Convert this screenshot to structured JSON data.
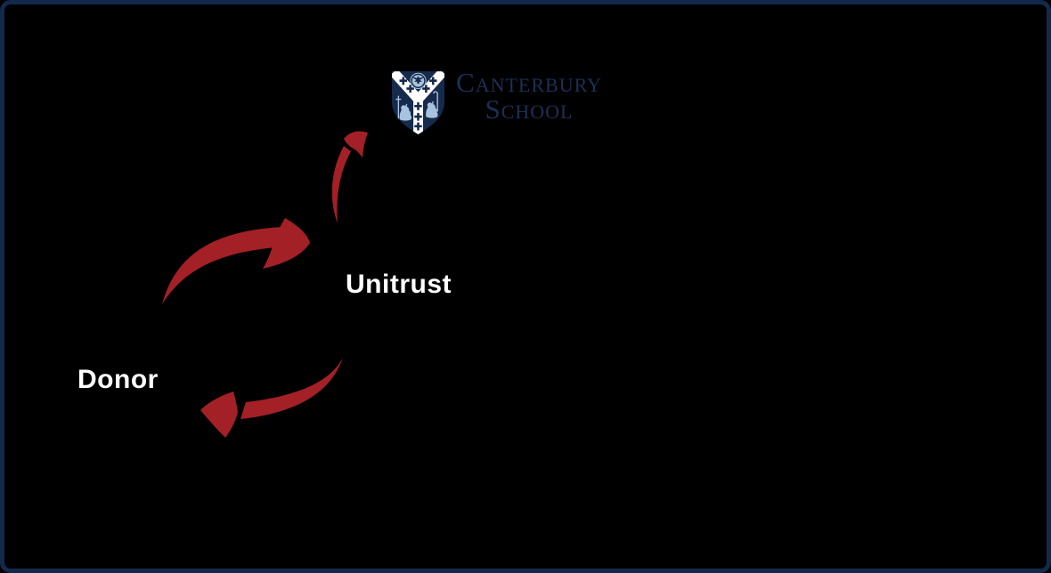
{
  "frame": {
    "background": "#000000",
    "border_color": "#12294c"
  },
  "logo": {
    "line1": "Canterbury",
    "line2": "School",
    "text_color": "#1b3055",
    "crest": {
      "field": "#162a4c",
      "pall": "#ffffff",
      "charge": "#a8c3de"
    }
  },
  "nodes": {
    "donor": {
      "label": "Donor"
    },
    "unitrust": {
      "label": "Unitrust"
    },
    "school": {
      "label": "Canterbury School"
    }
  },
  "edges": [
    {
      "from": "donor",
      "to": "unitrust"
    },
    {
      "from": "unitrust",
      "to": "donor"
    },
    {
      "from": "unitrust",
      "to": "school"
    }
  ],
  "colors": {
    "arrow": "#a32026",
    "node_label": "#ffffff"
  }
}
